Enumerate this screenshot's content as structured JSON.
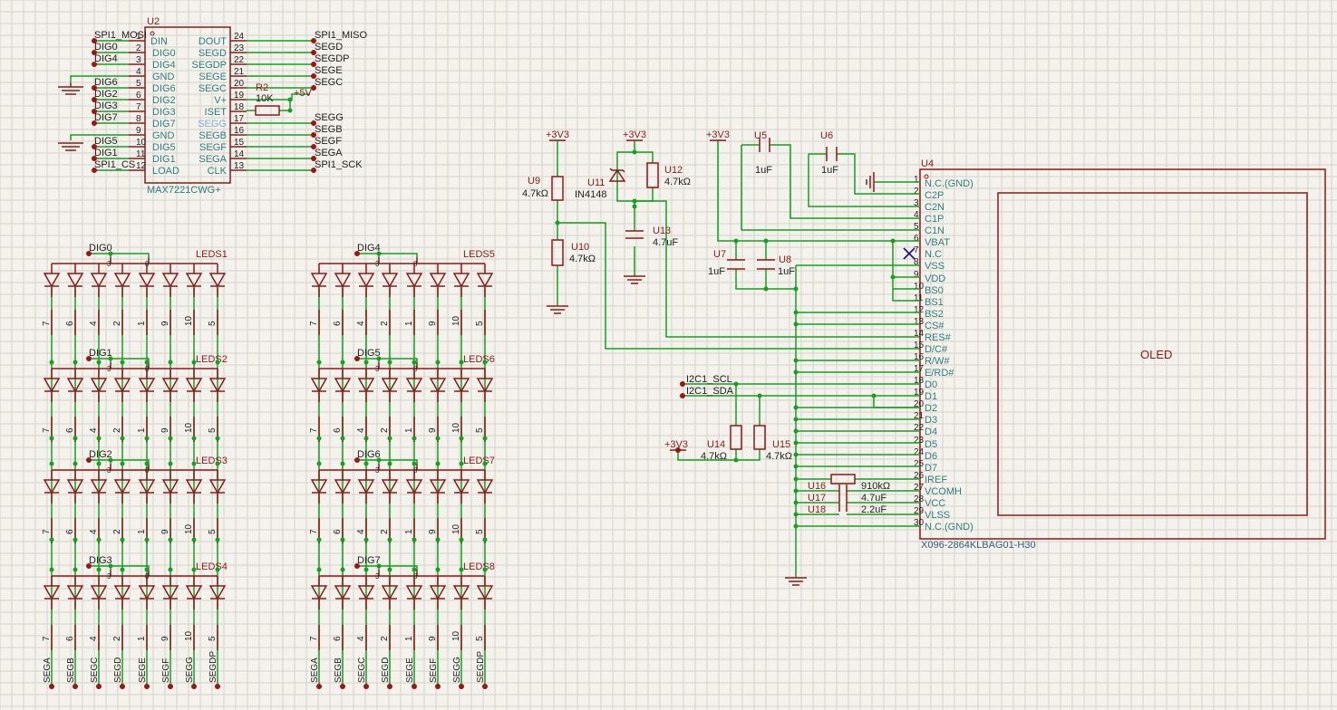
{
  "colors": {
    "background": "#f4f2ec",
    "grid": "#d6d3cb",
    "wire": "#16a020",
    "component": "#8b1a1a",
    "pin_text": "#2f7d7d",
    "junction": "#16a020",
    "net_dot": "#a01414",
    "no_connect": "#1a1a8c"
  },
  "u2": {
    "ref": "U2",
    "part": "MAX7221CWG+",
    "left_pins": [
      {
        "num": "1",
        "name": "DIN",
        "net": "SPI1_MOSI"
      },
      {
        "num": "2",
        "name": "DIG0",
        "net": "DIG0"
      },
      {
        "num": "3",
        "name": "DIG4",
        "net": "DIG4"
      },
      {
        "num": "4",
        "name": "GND",
        "net": ""
      },
      {
        "num": "5",
        "name": "DIG6",
        "net": "DIG6"
      },
      {
        "num": "6",
        "name": "DIG2",
        "net": "DIG2"
      },
      {
        "num": "7",
        "name": "DIG3",
        "net": "DIG3"
      },
      {
        "num": "8",
        "name": "DIG7",
        "net": "DIG7"
      },
      {
        "num": "9",
        "name": "GND",
        "net": ""
      },
      {
        "num": "10",
        "name": "DIG5",
        "net": "DIG5"
      },
      {
        "num": "11",
        "name": "DIG1",
        "net": "DIG1"
      },
      {
        "num": "12",
        "name": "LOAD",
        "net": "SPI1_CS"
      }
    ],
    "right_pins": [
      {
        "num": "24",
        "name": "DOUT",
        "net": "SPI1_MISO"
      },
      {
        "num": "23",
        "name": "SEGD",
        "net": "SEGD"
      },
      {
        "num": "22",
        "name": "SEGDP",
        "net": "SEGDP"
      },
      {
        "num": "21",
        "name": "SEGE",
        "net": "SEGE"
      },
      {
        "num": "20",
        "name": "SEGC",
        "net": "SEGC"
      },
      {
        "num": "19",
        "name": "V+",
        "net": ""
      },
      {
        "num": "18",
        "name": "ISET",
        "net": ""
      },
      {
        "num": "17",
        "name": "SEGG",
        "net": "SEGG"
      },
      {
        "num": "16",
        "name": "SEGB",
        "net": "SEGB"
      },
      {
        "num": "15",
        "name": "SEGF",
        "net": "SEGF"
      },
      {
        "num": "14",
        "name": "SEGA",
        "net": "SEGA"
      },
      {
        "num": "13",
        "name": "CLK",
        "net": "SPI1_SCK"
      }
    ],
    "r2": {
      "ref": "R2",
      "value": "10K"
    },
    "supply": "+5V"
  },
  "leds": {
    "groups": [
      {
        "ref": "LEDS1",
        "dig": "DIG0"
      },
      {
        "ref": "LEDS2",
        "dig": "DIG1"
      },
      {
        "ref": "LEDS3",
        "dig": "DIG2"
      },
      {
        "ref": "LEDS4",
        "dig": "DIG3"
      },
      {
        "ref": "LEDS5",
        "dig": "DIG4"
      },
      {
        "ref": "LEDS6",
        "dig": "DIG5"
      },
      {
        "ref": "LEDS7",
        "dig": "DIG6"
      },
      {
        "ref": "LEDS8",
        "dig": "DIG7"
      }
    ],
    "pin_numbers": [
      "7",
      "6",
      "4",
      "2",
      "1",
      "9",
      "10",
      "5"
    ],
    "common_pins": [
      "3",
      "8"
    ],
    "segment_nets": [
      "SEGA",
      "SEGB",
      "SEGC",
      "SEGD",
      "SEGE",
      "SEGF",
      "SEGG",
      "SEGDP"
    ]
  },
  "reset": {
    "supply": "+3V3",
    "u9": {
      "ref": "U9",
      "value": "4.7kΩ"
    },
    "u10": {
      "ref": "U10",
      "value": "4.7kΩ"
    },
    "u11": {
      "ref": "U11",
      "value": "IN4148"
    },
    "u12": {
      "ref": "U12",
      "value": "4.7kΩ"
    },
    "u13": {
      "ref": "U13",
      "value": "4.7uF"
    }
  },
  "oled": {
    "ref": "U4",
    "part": "X096-2864KLBAG01-H30",
    "label": "OLED",
    "supply": "+3V3",
    "pins": [
      {
        "num": "1",
        "name": "N.C.(GND)"
      },
      {
        "num": "2",
        "name": "C2P"
      },
      {
        "num": "3",
        "name": "C2N"
      },
      {
        "num": "4",
        "name": "C1P"
      },
      {
        "num": "5",
        "name": "C1N"
      },
      {
        "num": "6",
        "name": "VBAT"
      },
      {
        "num": "7",
        "name": "N.C"
      },
      {
        "num": "8",
        "name": "VSS"
      },
      {
        "num": "9",
        "name": "VDD"
      },
      {
        "num": "10",
        "name": "BS0"
      },
      {
        "num": "11",
        "name": "BS1"
      },
      {
        "num": "12",
        "name": "BS2"
      },
      {
        "num": "13",
        "name": "CS#"
      },
      {
        "num": "14",
        "name": "RES#"
      },
      {
        "num": "15",
        "name": "D/C#"
      },
      {
        "num": "16",
        "name": "R/W#"
      },
      {
        "num": "17",
        "name": "E/RD#"
      },
      {
        "num": "18",
        "name": "D0"
      },
      {
        "num": "19",
        "name": "D1"
      },
      {
        "num": "20",
        "name": "D2"
      },
      {
        "num": "21",
        "name": "D3"
      },
      {
        "num": "22",
        "name": "D4"
      },
      {
        "num": "23",
        "name": "D5"
      },
      {
        "num": "24",
        "name": "D6"
      },
      {
        "num": "25",
        "name": "D7"
      },
      {
        "num": "26",
        "name": "IREF"
      },
      {
        "num": "27",
        "name": "VCOMH"
      },
      {
        "num": "28",
        "name": "VCC"
      },
      {
        "num": "29",
        "name": "VLSS"
      },
      {
        "num": "30",
        "name": "N.C.(GND)"
      }
    ],
    "caps": {
      "u5": {
        "ref": "U5",
        "value": "1uF"
      },
      "u6": {
        "ref": "U6",
        "value": "1uF"
      },
      "u7": {
        "ref": "U7",
        "value": "1uF"
      },
      "u8": {
        "ref": "U8",
        "value": "1uF"
      }
    },
    "i2c": {
      "scl": "I2C1_SCL",
      "sda": "I2C1_SDA",
      "supply": "+3V3",
      "u14": {
        "ref": "U14",
        "value": "4.7kΩ"
      },
      "u15": {
        "ref": "U15",
        "value": "4.7kΩ"
      }
    },
    "bottom": {
      "u16": {
        "ref": "U16",
        "value": "910kΩ"
      },
      "u17": {
        "ref": "U17",
        "value": "4.7uF"
      },
      "u18": {
        "ref": "U18",
        "value": "2.2uF"
      }
    }
  }
}
